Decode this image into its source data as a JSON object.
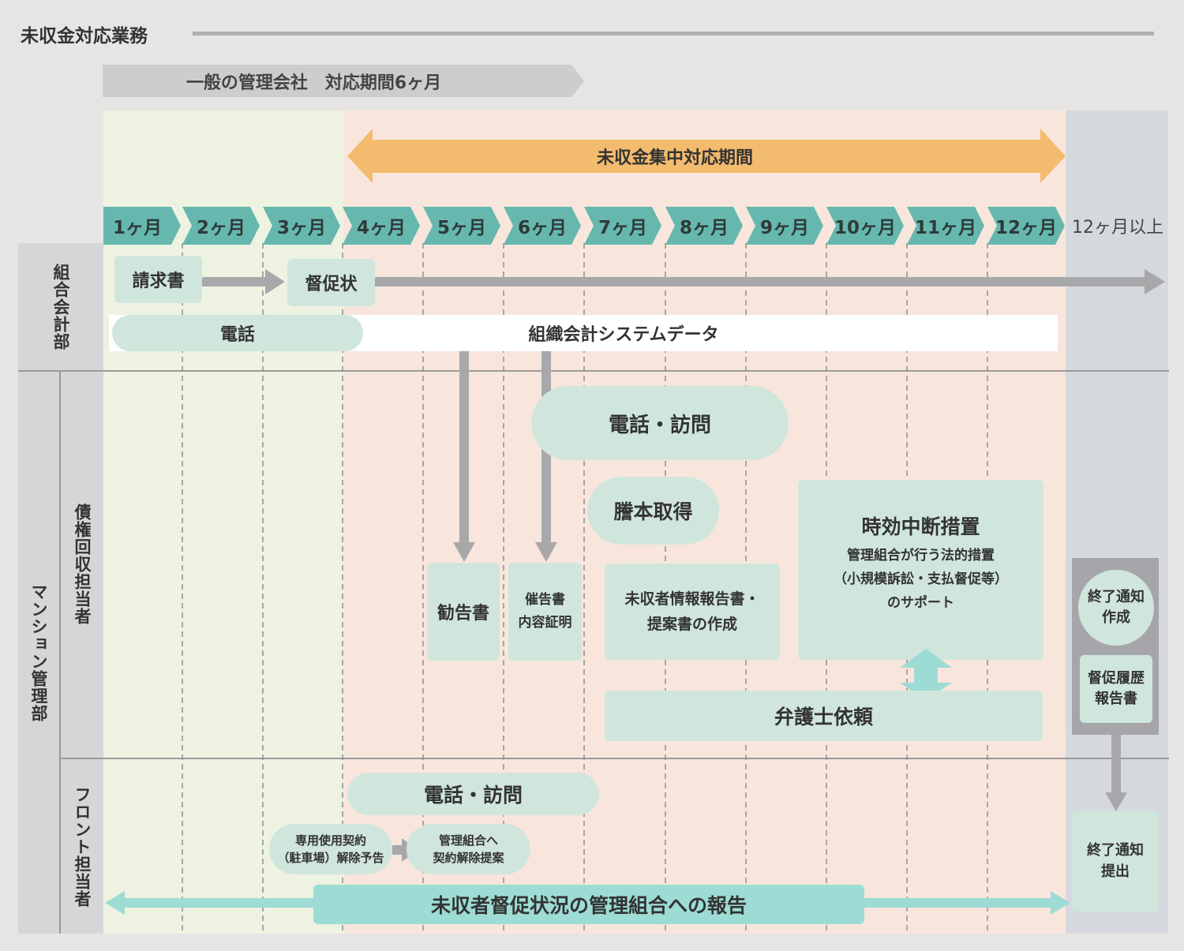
{
  "title": "未収金対応業務",
  "general_period": "一般の管理会社　対応期間6ヶ月",
  "focus_period": "未収金集中対応期間",
  "months": [
    "1ヶ月",
    "2ヶ月",
    "3ヶ月",
    "4ヶ月",
    "5ヶ月",
    "6ヶ月",
    "7ヶ月",
    "8ヶ月",
    "9ヶ月",
    "10ヶ月",
    "11ヶ月",
    "12ヶ月"
  ],
  "month_over": "12ヶ月以上",
  "lanes": {
    "accounting": "組合会計部",
    "mansion": "マンション管理部",
    "collection": "債権回収担当者",
    "front": "フロント担当者"
  },
  "accounting": {
    "invoice": "請求書",
    "reminder": "督促状",
    "phone": "電話",
    "system": "組織会計システムデータ"
  },
  "collection": {
    "phone_visit": "電話・訪問",
    "register": "謄本取得",
    "advice": "勧告書",
    "demand": "催告書\n内容証明",
    "report": "未収者情報報告書・\n提案書の作成",
    "statute_title": "時効中断措置",
    "statute_sub": "管理組合が行う法的措置\n（小規模訴訟・支払督促等）\nのサポート",
    "lawyer": "弁護士依頼",
    "end_notice_create": "終了通知\n作成",
    "history_report": "督促履歴\n報告書"
  },
  "front": {
    "phone_visit": "電話・訪問",
    "cancel_notice": "専用使用契約\n（駐車場）解除予告",
    "cancel_proposal": "管理組合へ\n契約解除提案",
    "status_report": "未収者督促状況の管理組合への報告",
    "end_notice_submit": "終了通知\n提出"
  },
  "colors": {
    "teal": "#66b8ae",
    "orange": "#f3bb6d",
    "mint": "#d0e6dc",
    "aqua": "#9cdcd4",
    "gray_arrow": "#a8a8ab",
    "zone_green": "#eef2e0",
    "zone_peach": "#f8e6dc",
    "zone_blue": "#d5d9de"
  }
}
